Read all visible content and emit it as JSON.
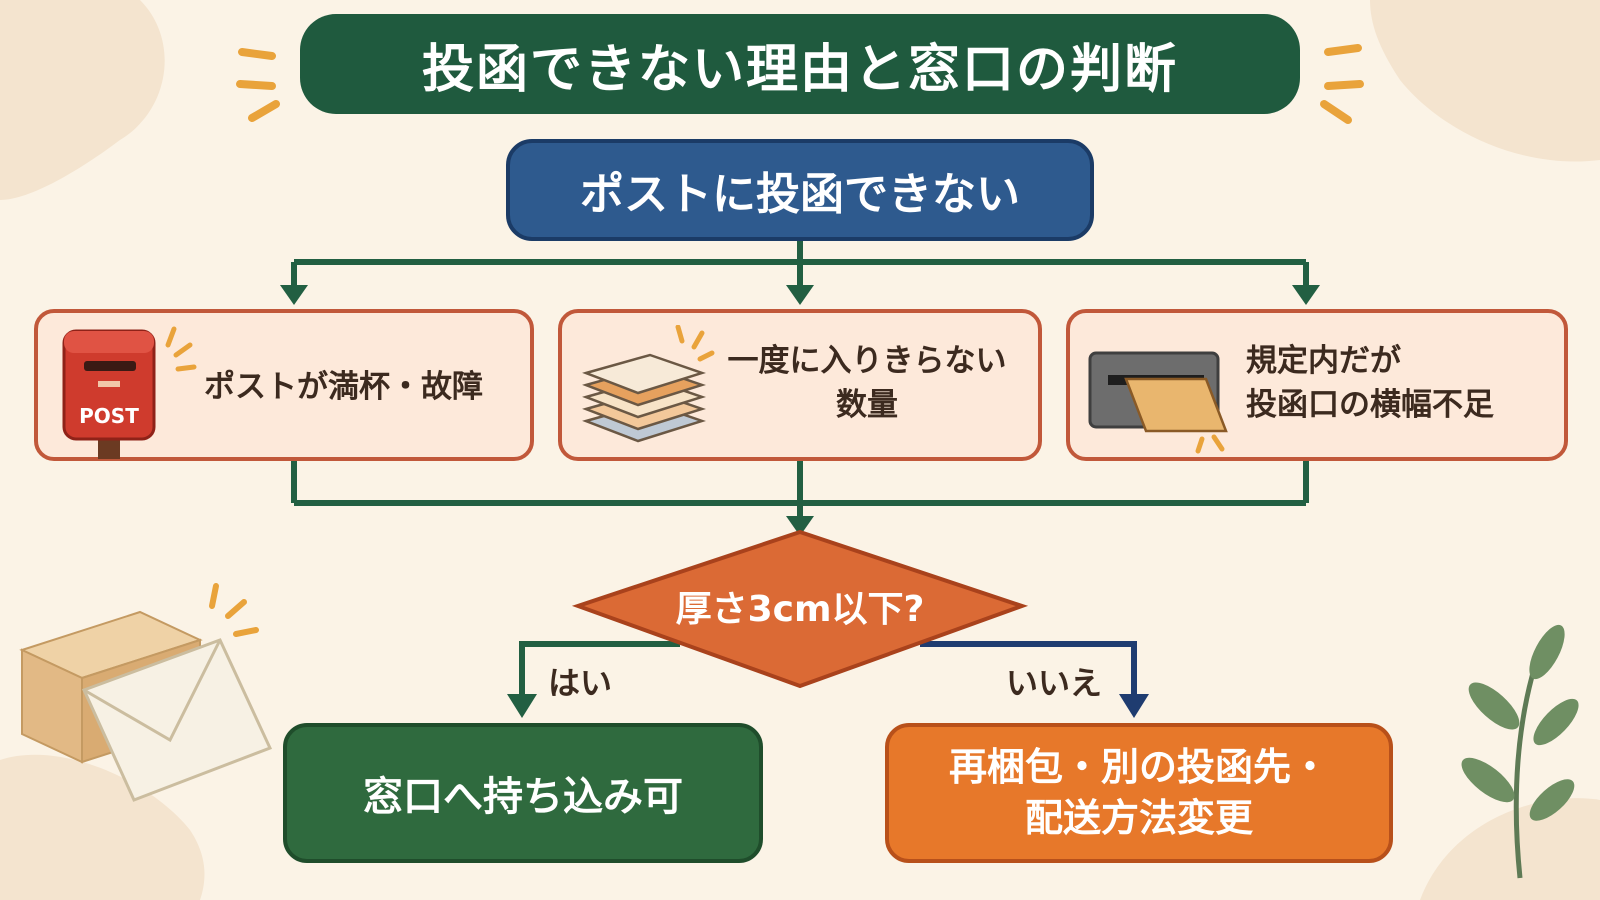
{
  "title": "投函できない理由と窓口の判断",
  "question": "ポストに投函できない",
  "reasons": [
    {
      "line1": "ポストが満杯・故障",
      "line2": "",
      "icon": "postbox-icon"
    },
    {
      "line1": "一度に入りきらない",
      "line2": "数量",
      "icon": "stacked-letters-icon"
    },
    {
      "line1": "規定内だが",
      "line2": "投函口の横幅不足",
      "icon": "mail-slot-icon"
    }
  ],
  "decision": "厚さ3cm以下?",
  "branches": {
    "yes": "はい",
    "no": "いいえ"
  },
  "results": {
    "yes": "窓口へ持ち込み可",
    "no_line1": "再梱包・別の投函先・",
    "no_line2": "配送方法変更"
  },
  "postbox_label": "POST",
  "colors": {
    "background": "#fbf3e6",
    "title": "#1f5a3e",
    "question": "#2e5a8e",
    "reason_fill": "#fde9da",
    "reason_border": "#c1583a",
    "connector": "#225f42",
    "diamond": "#db6a35",
    "yes_result": "#2f6a3e",
    "no_result": "#e7782a",
    "no_connector": "#1f3c70"
  }
}
